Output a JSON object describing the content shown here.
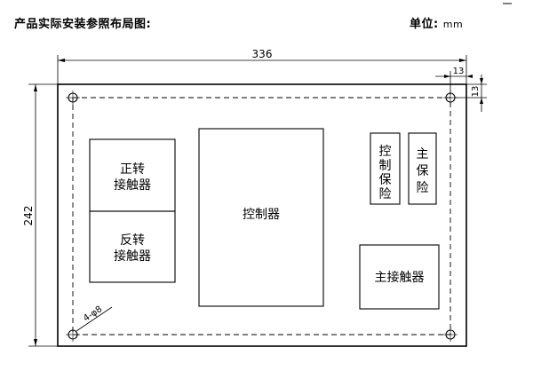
{
  "header": {
    "title": "产品实际安装参照布局图:",
    "unit_label": "单位:",
    "unit_value": "mm"
  },
  "dimensions": {
    "width": "336",
    "height": "242",
    "corner_offset_x": "13",
    "corner_offset_y": "13",
    "mount_holes": "4-φ8"
  },
  "components": {
    "forward_contactor": [
      "正转",
      "接触器"
    ],
    "reverse_contactor": [
      "反转",
      "接触器"
    ],
    "controller": "控制器",
    "control_fuse": [
      "控",
      "制",
      "保",
      "险"
    ],
    "main_fuse": [
      "主",
      "保",
      "险"
    ],
    "main_contactor": "主接触器"
  }
}
